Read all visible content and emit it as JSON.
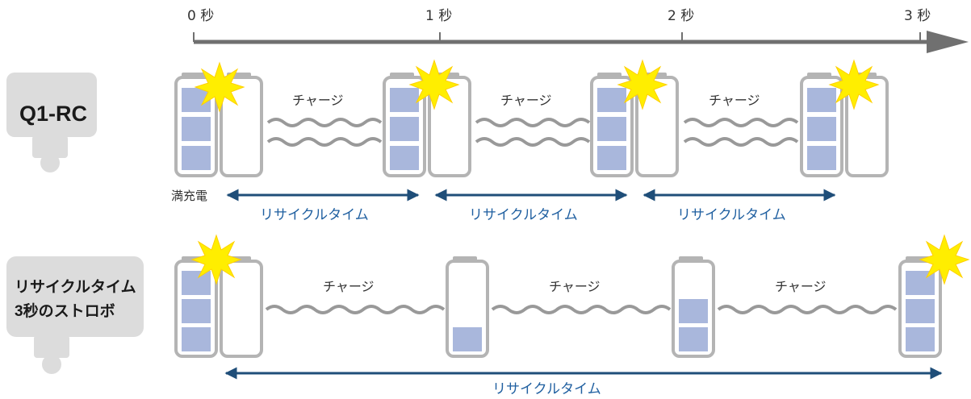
{
  "timeline": {
    "ticks": [
      "0 秒",
      "1 秒",
      "2 秒",
      "3 秒"
    ]
  },
  "labels": {
    "q1rc": "Q1-RC",
    "strobe_line1": "リサイクルタイム",
    "strobe_line2": "3秒のストロボ",
    "charge": "チャージ",
    "recycle": "リサイクルタイム",
    "full_charge": "満充電"
  },
  "colors": {
    "axis": "#707070",
    "battery_outline": "#b4b4b4",
    "battery_cell": "#a9b7dc",
    "flash": "#ffee00",
    "arrow": "#1f4e79",
    "wave": "#999999",
    "camera_silhouette": "#dcdcdc"
  },
  "icons": [
    "flash-burst-icon",
    "battery-icon",
    "camera-silhouette-icon"
  ]
}
